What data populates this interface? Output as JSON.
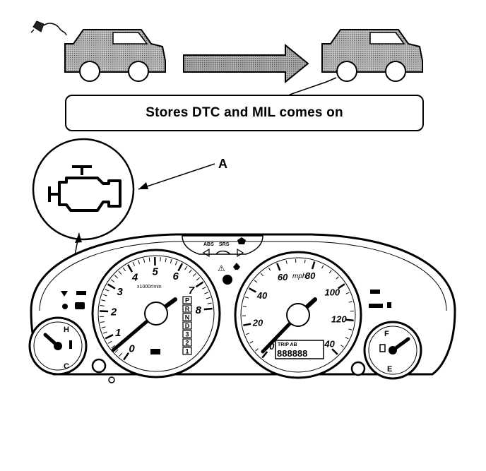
{
  "caption": {
    "text": "Stores DTC and MIL comes on"
  },
  "callout": {
    "label": "A"
  },
  "tach": {
    "numbers": [
      "0",
      "1",
      "2",
      "3",
      "4",
      "5",
      "6",
      "7",
      "8"
    ],
    "gear_letters": [
      "P",
      "R",
      "N",
      "D",
      "3",
      "2",
      "1"
    ]
  },
  "speedo": {
    "numbers": [
      "0",
      "20",
      "40",
      "60",
      "80",
      "100",
      "120",
      "140"
    ],
    "unit": "mph",
    "trip_label": "TRIP AB",
    "odometer": "888888"
  },
  "temp_gauge": {
    "high": "H",
    "low": "C"
  },
  "fuel_gauge": {
    "full": "F",
    "empty": "E"
  },
  "warning_labels": {
    "abs": "ABS",
    "srs": "SRS"
  },
  "colors": {
    "ink": "#000000",
    "paper": "#ffffff",
    "car_fill": "#9a9a9a",
    "arrow_fill": "#8c8c8c"
  }
}
